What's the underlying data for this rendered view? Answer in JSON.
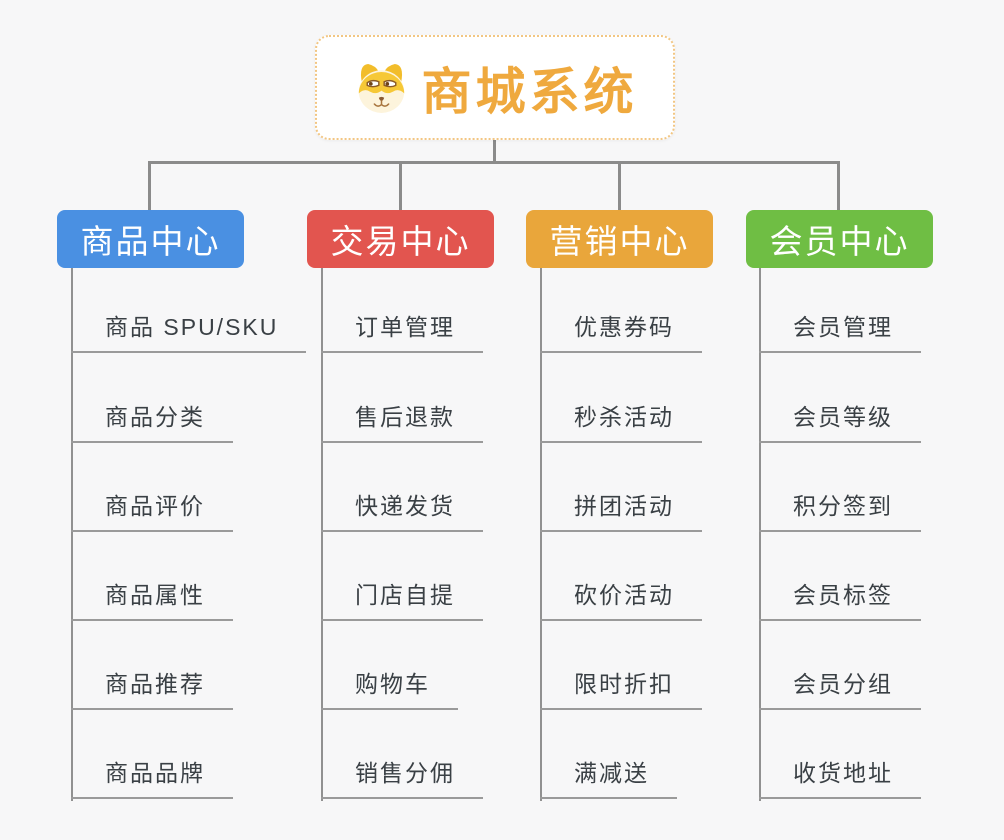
{
  "root": {
    "title": "商城系统",
    "icon": "shiba-dog-icon"
  },
  "colors": {
    "background": "#f7f7f8",
    "connector": "#8b8b8b",
    "leaf_underline": "#9a9a9a",
    "leaf_text": "#3a4045",
    "root_border": "#f2c683",
    "root_title": "#efa93e"
  },
  "branches": [
    {
      "label": "商品中心",
      "color": "#4A90E2",
      "children": [
        "商品 SPU/SKU",
        "商品分类",
        "商品评价",
        "商品属性",
        "商品推荐",
        "商品品牌"
      ]
    },
    {
      "label": "交易中心",
      "color": "#E2554F",
      "children": [
        "订单管理",
        "售后退款",
        "快递发货",
        "门店自提",
        "购物车",
        "销售分佣"
      ]
    },
    {
      "label": "营销中心",
      "color": "#E9A63B",
      "children": [
        "优惠券码",
        "秒杀活动",
        "拼团活动",
        "砍价活动",
        "限时折扣",
        "满减送"
      ]
    },
    {
      "label": "会员中心",
      "color": "#6FBE44",
      "children": [
        "会员管理",
        "会员等级",
        "积分签到",
        "会员标签",
        "会员分组",
        "收货地址"
      ]
    }
  ]
}
